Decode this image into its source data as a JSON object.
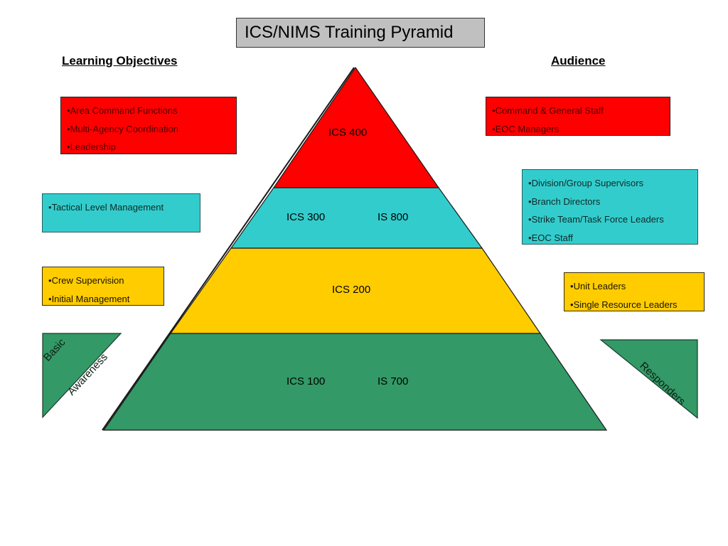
{
  "title": "ICS/NIMS Training Pyramid",
  "headings": {
    "left": "Learning Objectives",
    "right": "Audience"
  },
  "colors": {
    "red": "#ff0000",
    "cyan": "#33cccc",
    "yellow": "#ffcc00",
    "green": "#339966",
    "title_bg": "#c0c0c0"
  },
  "pyramid": {
    "layers": [
      {
        "level": "top",
        "color": "#ff0000",
        "courses": [
          "ICS 400"
        ]
      },
      {
        "level": "upper-middle",
        "color": "#33cccc",
        "courses": [
          "ICS 300",
          "IS 800"
        ]
      },
      {
        "level": "lower-middle",
        "color": "#ffcc00",
        "courses": [
          "ICS 200"
        ]
      },
      {
        "level": "base",
        "color": "#339966",
        "courses": [
          "ICS 100",
          "IS 700"
        ]
      }
    ]
  },
  "learning_objectives": [
    {
      "color": "red",
      "items": [
        "Area Command Functions",
        "Multi-Agency Coordination",
        "Leadership"
      ]
    },
    {
      "color": "cyan",
      "items": [
        "Tactical Level Management"
      ]
    },
    {
      "color": "yellow",
      "items": [
        "Crew Supervision",
        "Initial Management"
      ]
    }
  ],
  "audience": [
    {
      "color": "red",
      "items": [
        "Command & General Staff",
        "EOC Managers"
      ]
    },
    {
      "color": "cyan",
      "items": [
        "Division/Group Supervisors",
        "Branch Directors",
        "Strike Team/Task Force Leaders",
        "EOC Staff"
      ]
    },
    {
      "color": "yellow",
      "items": [
        "Unit Leaders",
        "Single Resource Leaders"
      ]
    }
  ],
  "side_triangles": {
    "left": {
      "line1": "Basic",
      "line2": "Awareness"
    },
    "right": {
      "label": "Responders"
    }
  }
}
